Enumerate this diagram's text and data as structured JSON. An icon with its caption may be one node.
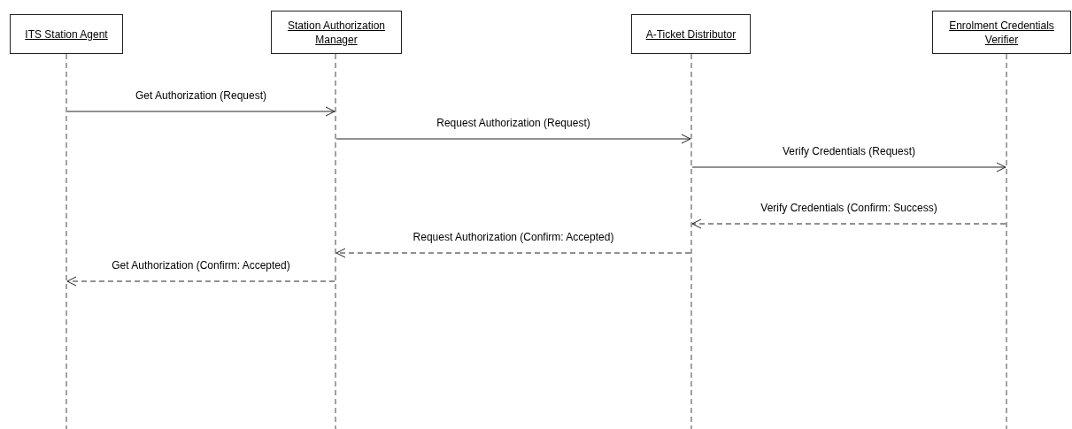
{
  "diagram": {
    "nodes": [
      {
        "text": [
          "ITS Station Agent"
        ]
      },
      {
        "text": [
          "Station Authorization Manager"
        ]
      },
      {
        "text": [
          "A-Ticket Distributor"
        ]
      },
      {
        "text": [
          "Enrolment Credentials Verifier"
        ]
      },
      {
        "text": [],
        "shape": "line"
      },
      {
        "text": [],
        "shape": "line"
      },
      {
        "text": [],
        "shape": "line"
      },
      {
        "text": [],
        "shape": "line"
      }
    ],
    "edges": [
      {
        "from": 4,
        "to": 5,
        "arrow": "to",
        "label": "Get Authorization (Request)"
      },
      {
        "from": 5,
        "to": 6,
        "arrow": "to",
        "label": "Request Authorization (Request)"
      },
      {
        "from": 6,
        "to": 7,
        "arrow": "to",
        "label": "Verify Credentials (Request)"
      },
      {
        "from": 7,
        "to": 6,
        "arrow": "to",
        "label": "Verify Credentials (Confirm: Success)",
        "style": "dashed"
      },
      {
        "from": 6,
        "to": 5,
        "arrow": "to",
        "label": "Request Authorization (Confirm: Accepted)",
        "style": "dashed"
      },
      {
        "from": 5,
        "to": 4,
        "arrow": "to",
        "label": "Get Authorization (Confirm: Accepted)",
        "style": "dashed"
      }
    ]
  }
}
